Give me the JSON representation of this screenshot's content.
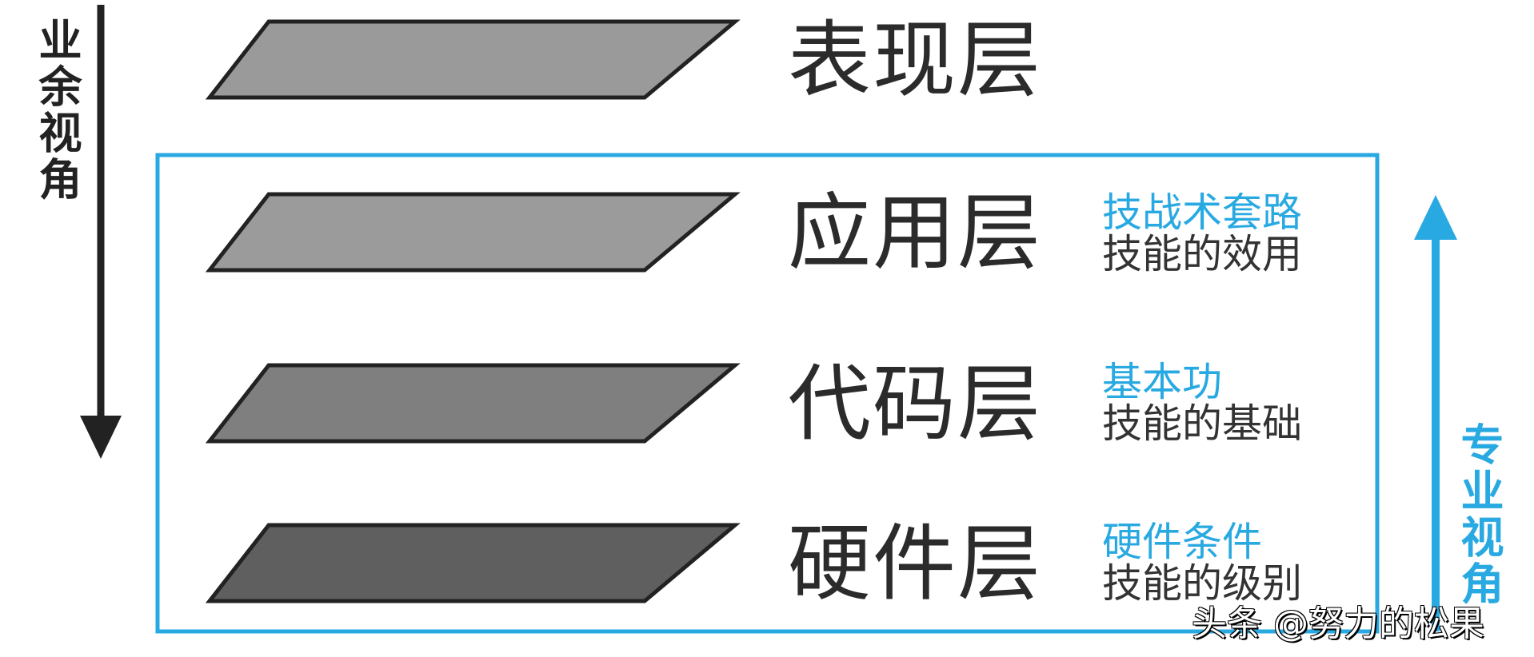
{
  "left_axis": {
    "label": "业余视角",
    "color": "#222222",
    "direction": "down"
  },
  "right_axis": {
    "label": "专业视角",
    "color": "#29a9e1",
    "direction": "up"
  },
  "layers": [
    {
      "name": "表现层",
      "fill": "#9a9a9a"
    },
    {
      "name": "应用层",
      "fill": "#9b9b9b",
      "blue_note": "技战术套路",
      "note": "技能的效用"
    },
    {
      "name": "代码层",
      "fill": "#7f7f7f",
      "blue_note": "基本功",
      "note": "技能的基础"
    },
    {
      "name": "硬件层",
      "fill": "#5f5f5f",
      "blue_note": "硬件条件",
      "note": "技能的级别"
    }
  ],
  "frame_color": "#29a9e1",
  "watermark": "头条 @努力的松果"
}
